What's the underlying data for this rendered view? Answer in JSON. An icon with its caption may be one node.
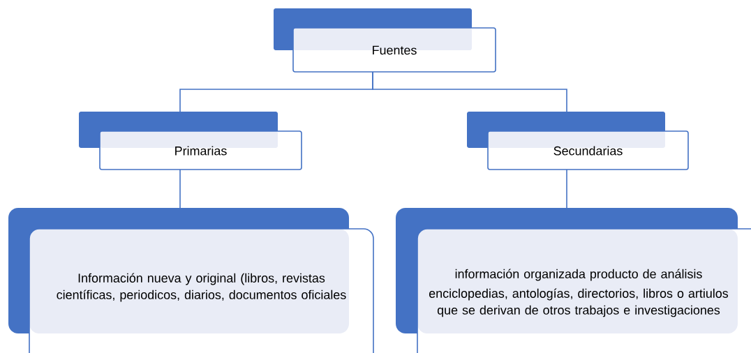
{
  "diagram": {
    "nodes": [
      {
        "text": [
          "Fuentes"
        ]
      },
      {
        "text": [
          "Primarias"
        ]
      },
      {
        "text": [
          "Secundarias"
        ]
      },
      {
        "text": [
          "Información nueva y original (libros, revistas científicas, periodicos, diarios, documentos oficiales"
        ]
      },
      {
        "text": [
          "información organizada producto de análisis",
          "enciclopedias, antologías, directorios, libros o artiulos que se derivan de otros trabajos e investigaciones"
        ]
      }
    ],
    "edges": [
      {
        "from": 0,
        "to": 1,
        "arrow": "none"
      },
      {
        "from": 0,
        "to": 2,
        "arrow": "none"
      },
      {
        "from": 1,
        "to": 3,
        "arrow": "none"
      },
      {
        "from": 2,
        "to": 4,
        "arrow": "none"
      }
    ]
  }
}
